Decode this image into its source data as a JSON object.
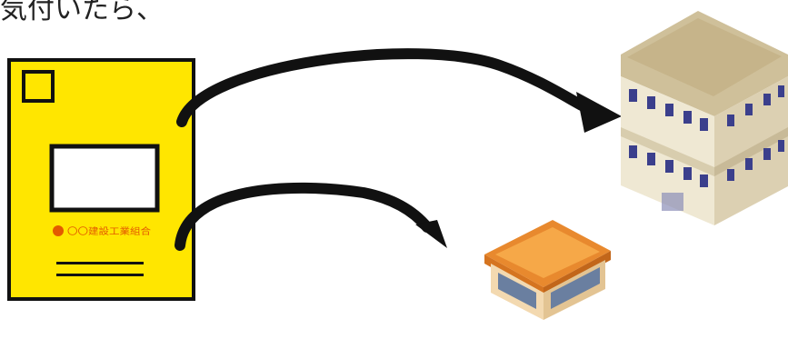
{
  "caption": "気付いたら、",
  "envelope": {
    "logo_text": "〇〇建設工業組合",
    "colors": {
      "body": "#FFE600",
      "border": "#111111",
      "logo": "#E35A00"
    }
  },
  "arrows": [
    {
      "from": "envelope",
      "to": "large-building"
    },
    {
      "from": "envelope",
      "to": "small-building"
    }
  ],
  "buildings": {
    "large": {
      "icon": "office-building-icon",
      "roof": "#CFC09A",
      "walls": "#E9E0C8",
      "windows": "#3B3F8C"
    },
    "small": {
      "icon": "small-building-icon",
      "roof": "#F09A3A",
      "walls": "#F3D9B0",
      "windows": "#6A7FA0"
    }
  }
}
